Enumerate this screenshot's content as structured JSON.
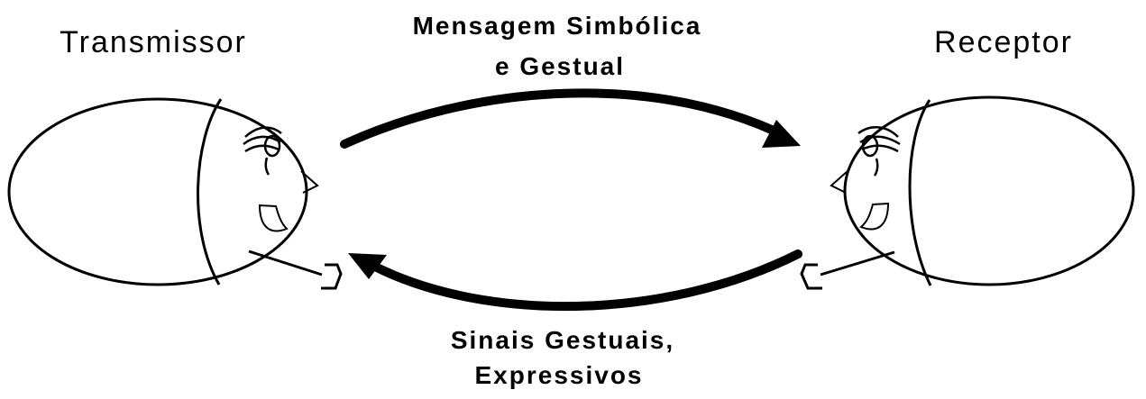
{
  "nodes": {
    "transmitter": {
      "label": "Transmissor"
    },
    "receiver": {
      "label": "Receptor"
    }
  },
  "edges": {
    "top": {
      "label_line1": "Mensagem Simbólica",
      "label_line2": "e Gestual"
    },
    "bottom": {
      "label_line1": "Sinais Gestuais,",
      "label_line2": "Expressivos"
    }
  },
  "colors": {
    "stroke": "#000000",
    "background": "#ffffff"
  }
}
